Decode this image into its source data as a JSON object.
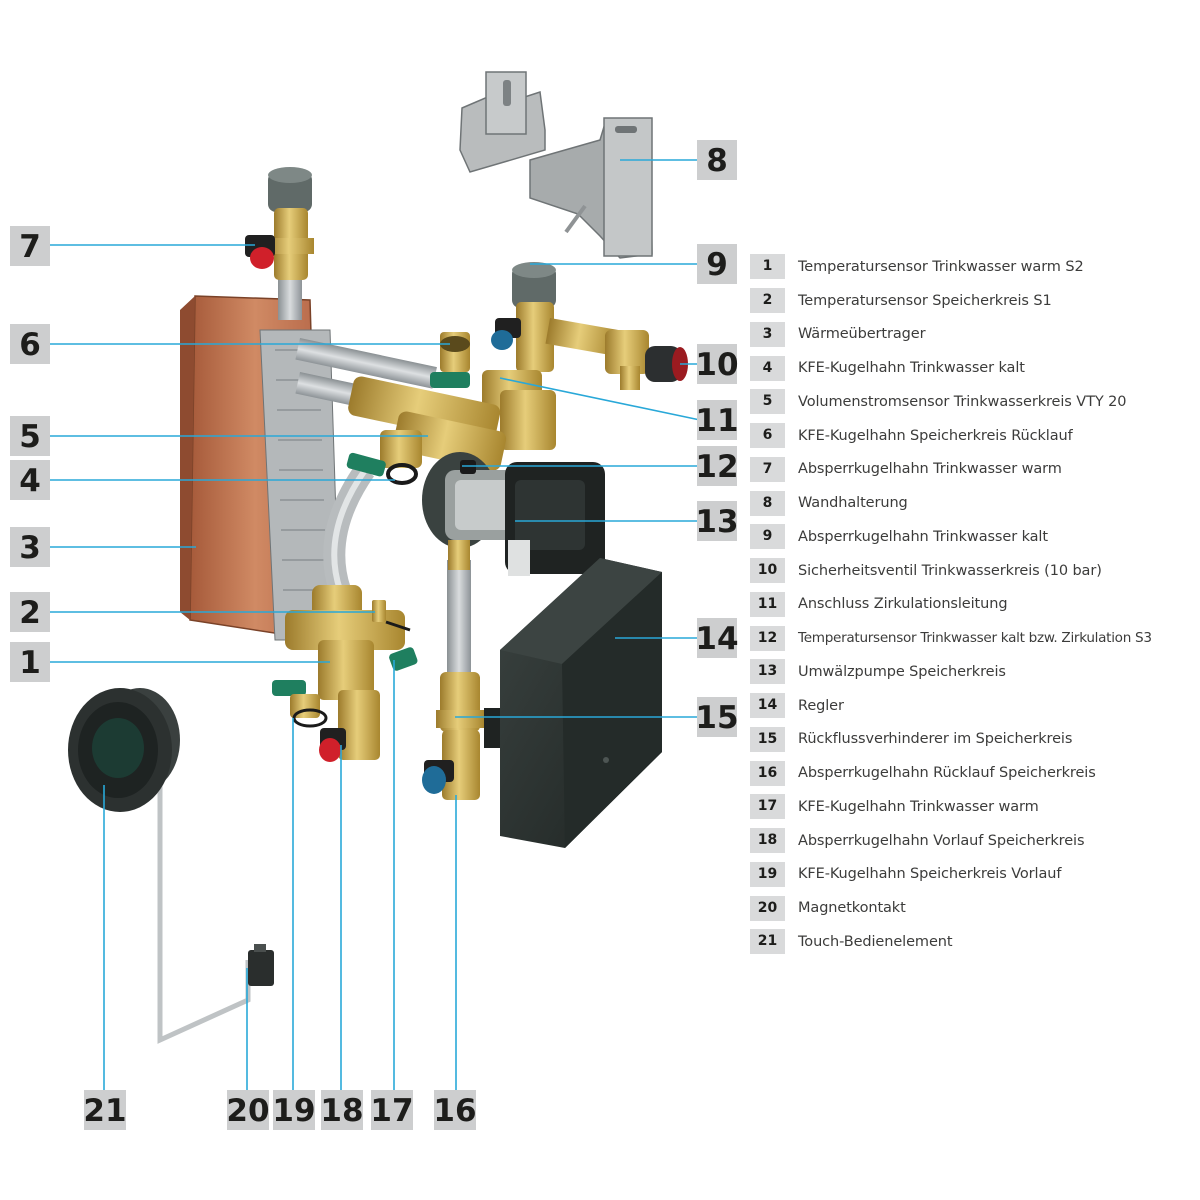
{
  "colors": {
    "callout_box": "#cdcecf",
    "leader_line": "#29a8d8",
    "brass": "#c9a94c",
    "copper": "#c4714d",
    "steel": "#aeb3b6",
    "dark_housing": "#2a312f",
    "valve_red": "#d0202a",
    "valve_blue": "#1f6c98",
    "valve_green": "#1f7f5f"
  },
  "legend": [
    {
      "num": "1",
      "label": "Temperatursensor Trinkwasser warm S2"
    },
    {
      "num": "2",
      "label": "Temperatursensor Speicherkreis S1"
    },
    {
      "num": "3",
      "label": "Wärmeübertrager"
    },
    {
      "num": "4",
      "label": "KFE-Kugelhahn Trinkwasser kalt"
    },
    {
      "num": "5",
      "label": "Volumenstromsensor Trinkwasserkreis VTY 20"
    },
    {
      "num": "6",
      "label": "KFE-Kugelhahn Speicherkreis Rücklauf"
    },
    {
      "num": "7",
      "label": "Absperrkugelhahn Trinkwasser warm"
    },
    {
      "num": "8",
      "label": "Wandhalterung"
    },
    {
      "num": "9",
      "label": "Absperrkugelhahn Trinkwasser kalt"
    },
    {
      "num": "10",
      "label": "Sicherheitsventil Trinkwasserkreis (10 bar)"
    },
    {
      "num": "11",
      "label": "Anschluss Zirkulationsleitung"
    },
    {
      "num": "12",
      "label": "Temperatursensor Trinkwasser kalt bzw. Zirkulation S3"
    },
    {
      "num": "13",
      "label": "Umwälzpumpe Speicherkreis"
    },
    {
      "num": "14",
      "label": "Regler"
    },
    {
      "num": "15",
      "label": "Rückflussverhinderer im Speicherkreis"
    },
    {
      "num": "16",
      "label": "Absperrkugelhahn Rücklauf Speicherkreis"
    },
    {
      "num": "17",
      "label": "KFE-Kugelhahn Trinkwasser warm"
    },
    {
      "num": "18",
      "label": "Absperrkugelhahn Vorlauf Speicherkreis"
    },
    {
      "num": "19",
      "label": "KFE-Kugelhahn Speicherkreis Vorlauf"
    },
    {
      "num": "20",
      "label": "Magnetkontakt"
    },
    {
      "num": "21",
      "label": "Touch-Bedienelement"
    }
  ],
  "callouts": [
    {
      "num": "1"
    },
    {
      "num": "2"
    },
    {
      "num": "3"
    },
    {
      "num": "4"
    },
    {
      "num": "5"
    },
    {
      "num": "6"
    },
    {
      "num": "7"
    },
    {
      "num": "8"
    },
    {
      "num": "9"
    },
    {
      "num": "10"
    },
    {
      "num": "11"
    },
    {
      "num": "12"
    },
    {
      "num": "13"
    },
    {
      "num": "14"
    },
    {
      "num": "15"
    },
    {
      "num": "16"
    },
    {
      "num": "17"
    },
    {
      "num": "18"
    },
    {
      "num": "19"
    },
    {
      "num": "20"
    },
    {
      "num": "21"
    }
  ]
}
